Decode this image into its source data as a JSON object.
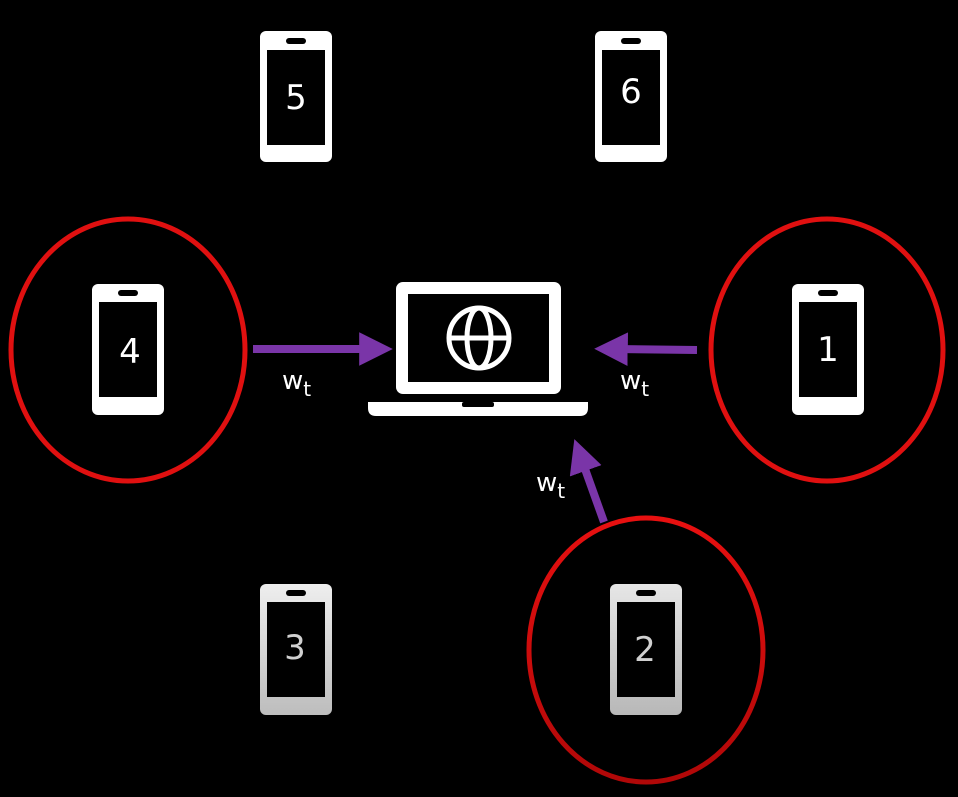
{
  "diagram": {
    "background": "#000000",
    "colors": {
      "device": "#ffffff",
      "device_faded": "#d8d8d8",
      "selection_ring": "#e01010",
      "arrow": "#7a35a8",
      "text": "#ffffff"
    },
    "server": {
      "icon": "laptop-globe-icon"
    },
    "devices": [
      {
        "id": "1",
        "label": "1",
        "icon": "smartphone-icon",
        "selected": true
      },
      {
        "id": "2",
        "label": "2",
        "icon": "smartphone-icon",
        "selected": true
      },
      {
        "id": "3",
        "label": "3",
        "icon": "smartphone-icon",
        "selected": false
      },
      {
        "id": "4",
        "label": "4",
        "icon": "smartphone-icon",
        "selected": true
      },
      {
        "id": "5",
        "label": "5",
        "icon": "smartphone-icon",
        "selected": false
      },
      {
        "id": "6",
        "label": "6",
        "icon": "smartphone-icon",
        "selected": false
      }
    ],
    "weight_labels": {
      "from_4": {
        "main": "w",
        "sub": "t"
      },
      "from_1": {
        "main": "w",
        "sub": "t"
      },
      "from_2": {
        "main": "w",
        "sub": "t"
      }
    }
  }
}
